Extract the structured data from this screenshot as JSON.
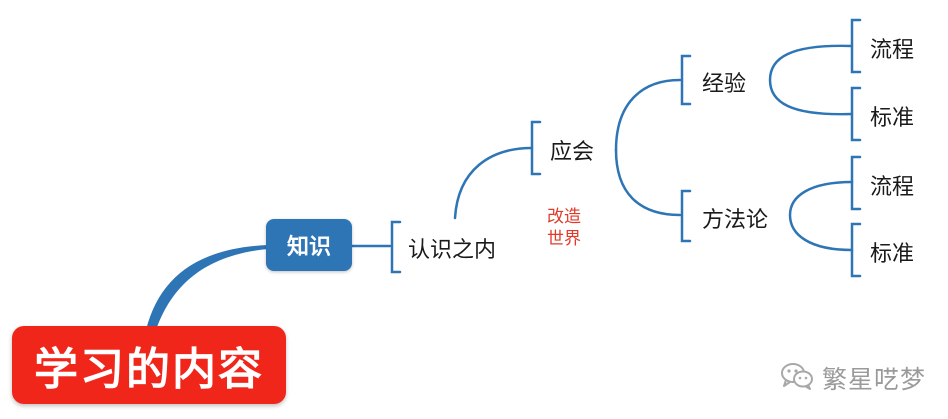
{
  "root": {
    "label": "学习的内容"
  },
  "branch": {
    "label": "知识"
  },
  "level1": {
    "label": "认识之内"
  },
  "level2": {
    "label": "应会"
  },
  "annotation": {
    "line1": "改造",
    "line2": "世界"
  },
  "level3": [
    {
      "label": "经验",
      "children": [
        "流程",
        "标准"
      ]
    },
    {
      "label": "方法论",
      "children": [
        "流程",
        "标准"
      ]
    }
  ],
  "watermark": {
    "text": "繁星呓梦",
    "icon": "wechat-icon"
  },
  "colors": {
    "root_fill": "#f0261b",
    "branch_fill": "#2e75b6",
    "connector": "#2e75b6",
    "annotation": "#e03a2a"
  }
}
